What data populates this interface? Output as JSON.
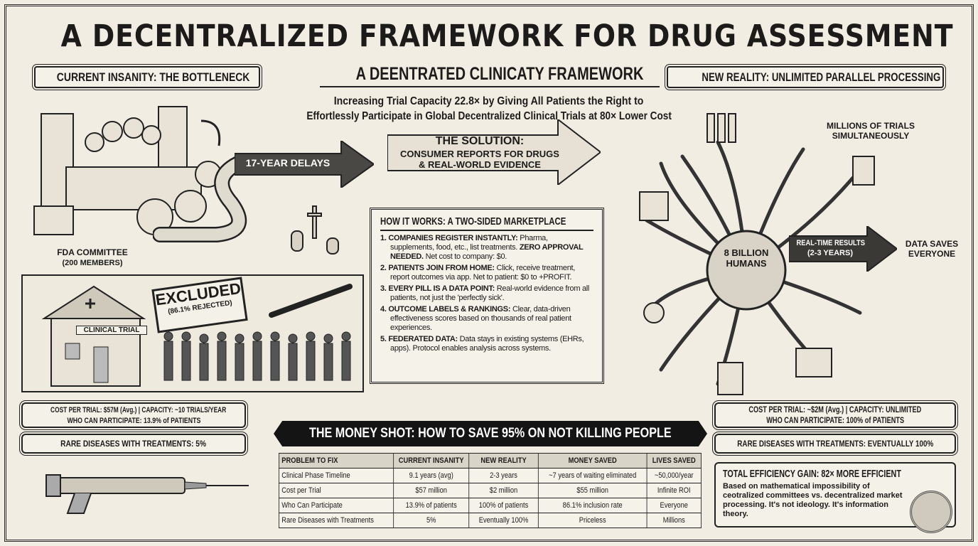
{
  "title": "A DECENTRALIZED FRAMEWORK FOR DRUG ASSESSMENT",
  "left_header": "CURRENT INSANITY: THE BOTTLENECK",
  "center_header": "A DEENTRATED CLINICATY FRAMEWORK",
  "right_header": "NEW REALITY: UNLIMITED PARALLEL PROCESSING",
  "subtitle": {
    "line1": "Increasing Trial Capacity 22.8× by Giving All Patients the Right to",
    "line2": "Effortlessly Participate in Global Decentralized Clinical Trials at 80× Lower Cost"
  },
  "fda": {
    "label": "FDA COMMITTEE",
    "members": "(200 MEMBERS)"
  },
  "delay_arrow": "17-YEAR DELAYS",
  "solution": {
    "heading": "THE SOLUTION:",
    "line1": "CONSUMER REPORTS FOR DRUGS",
    "line2": "& REAL-WORLD EVIDENCE"
  },
  "how_it_works": {
    "title": "HOW IT WORKS: A TWO-SIDED MARKETPLACE",
    "items": [
      {
        "n": "1.",
        "head": "COMPANIES REGISTER INSTANTLY:",
        "body": " Pharma, supplements, food, etc., list treatments. ",
        "emph": "ZERO APPROVAL NEEDED.",
        "tail": " Net cost to company: $0."
      },
      {
        "n": "2.",
        "head": "PATIENTS JOIN FROM HOME:",
        "body": " Click, receive treatment, report outcomes via app. Net to patient: $0 to +PROFIT.",
        "emph": "",
        "tail": ""
      },
      {
        "n": "3.",
        "head": "EVERY PILL IS A DATA POINT:",
        "body": " Real-world evidence from all patients, not just the 'perfectly sick'.",
        "emph": "",
        "tail": ""
      },
      {
        "n": "4.",
        "head": "OUTCOME LABELS & RANKINGS:",
        "body": " Clear, data-driven effectiveness scores based on thousands of real patient experiences.",
        "emph": "",
        "tail": ""
      },
      {
        "n": "5.",
        "head": "FEDERATED DATA:",
        "body": " Data stays in existing systems (EHRs, apps). Protocol enables analysis across systems.",
        "emph": "",
        "tail": ""
      }
    ]
  },
  "clinical_trial": {
    "sign": "CLINICAL TRIAL",
    "stamp": "EXCLUDED",
    "stamp_sub": "(86.1% REJECTED)"
  },
  "left_stats": {
    "line1": "COST PER TRIAL: $57M (Avg.) | CAPACITY: ~10 TRIALS/YEAR",
    "line2": "WHO CAN PARTICIPATE: 13.9% of PATIENTS",
    "rare": "RARE DISEASES WITH TREATMENTS: 5%"
  },
  "right_stats": {
    "line1": "COST PER TRIAL: ~$2M (Avg.) | CAPACITY: UNLIMITED",
    "line2": "WHO CAN PARTICIPATE: 100% of PATIENTS",
    "rare": "RARE DISEASES WITH TREATMENTS: EVENTUALLY 100%"
  },
  "network": {
    "globe": "8 BILLION HUMANS",
    "millions": "MILLIONS OF TRIALS SIMULTANEOUSLY",
    "results": "REAL-TIME RESULTS",
    "results_sub": "(2-3 YEARS)",
    "saves": "DATA SAVES EVERYONE"
  },
  "money_shot": "THE MONEY SHOT: HOW TO SAVE 95% ON NOT KILLING PEOPLE",
  "table": {
    "headers": [
      "PROBLEM TO FIX",
      "CURRENT INSANITY",
      "NEW REALITY",
      "MONEY SAVED",
      "LIVES SAVED"
    ],
    "rows": [
      [
        "Clinical Phase Timeline",
        "9.1 years (avg)",
        "2-3 years",
        "~7 years of waiting eliminated",
        "~50,000/year"
      ],
      [
        "Cost per Trial",
        "$57 million",
        "$2 million",
        "$55 million",
        "Infinite ROI"
      ],
      [
        "Who Can Participate",
        "13.9% of patients",
        "100% of patients",
        "86.1% inclusion rate",
        "Everyone"
      ],
      [
        "Rare Diseases with Treatments",
        "5%",
        "Eventually 100%",
        "Priceless",
        "Millions"
      ]
    ]
  },
  "efficiency": {
    "title": "TOTAL EFFICIENCY GAIN: 82× MORE EFFICIENT",
    "body": "Based on mathematical impossibility of ceotralized committees vs. decentralized market processing. It's not ideology. It's information theory."
  }
}
